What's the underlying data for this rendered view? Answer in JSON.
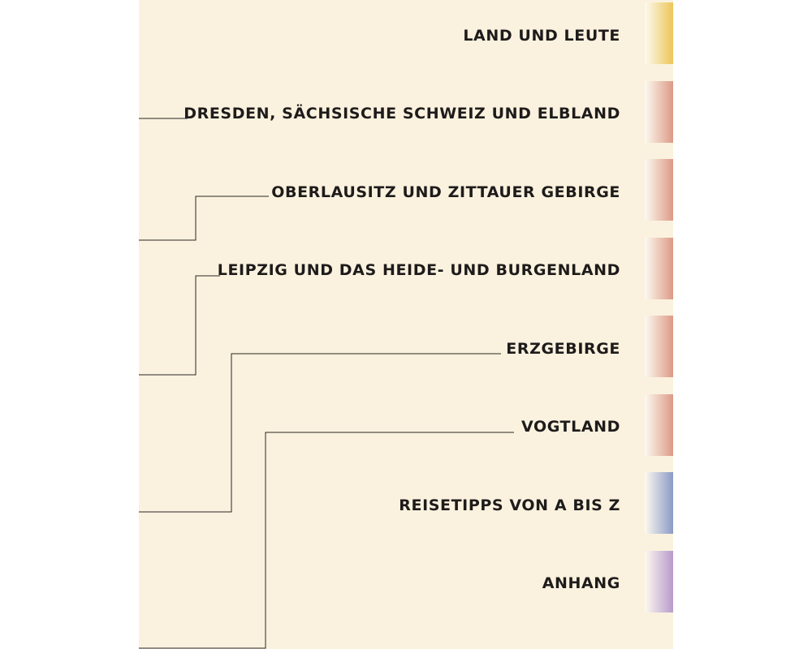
{
  "sections": [
    {
      "label": "LAND UND LEUTE",
      "color": "#ecc658"
    },
    {
      "label": "DRESDEN, SÄCHSISCHE SCHWEIZ UND ELBLAND",
      "color": "#dc9a86"
    },
    {
      "label": "OBERLAUSITZ UND ZITTAUER GEBIRGE",
      "color": "#dc9a86"
    },
    {
      "label": "LEIPZIG UND DAS HEIDE- UND BURGENLAND",
      "color": "#dc9a86"
    },
    {
      "label": "ERZGEBIRGE",
      "color": "#dc9a86"
    },
    {
      "label": "VOGTLAND",
      "color": "#dc9a86"
    },
    {
      "label": "REISETIPPS VON A BIS Z",
      "color": "#8b9ac6"
    },
    {
      "label": "ANHANG",
      "color": "#b89acb"
    }
  ]
}
